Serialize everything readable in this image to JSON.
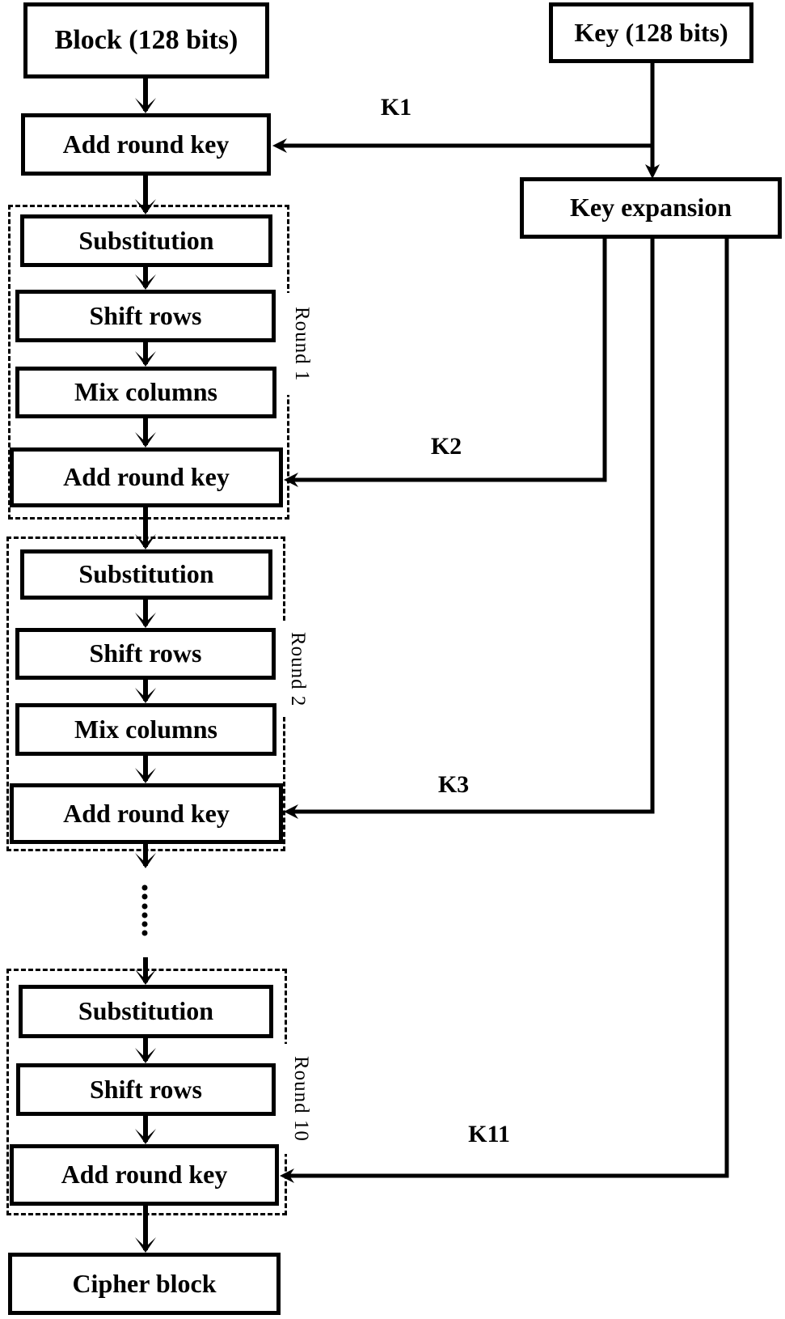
{
  "diagram": {
    "subject": "AES encryption rounds flow",
    "colors": {
      "ink": "#000000",
      "background": "#ffffff"
    }
  },
  "nodes": {
    "block": "Block (128 bits)",
    "key": "Key (128 bits)",
    "add_round_key": "Add round key",
    "key_expansion": "Key expansion",
    "substitution": "Substitution",
    "shift_rows": "Shift rows",
    "mix_columns": "Mix columns",
    "cipher_block": "Cipher block"
  },
  "key_labels": {
    "k1": "K1",
    "k2": "K2",
    "k3": "K3",
    "k11": "K11"
  },
  "round_labels": {
    "round_1": "Round 1",
    "round_2": "Round 2",
    "round_10": "Round 10"
  }
}
